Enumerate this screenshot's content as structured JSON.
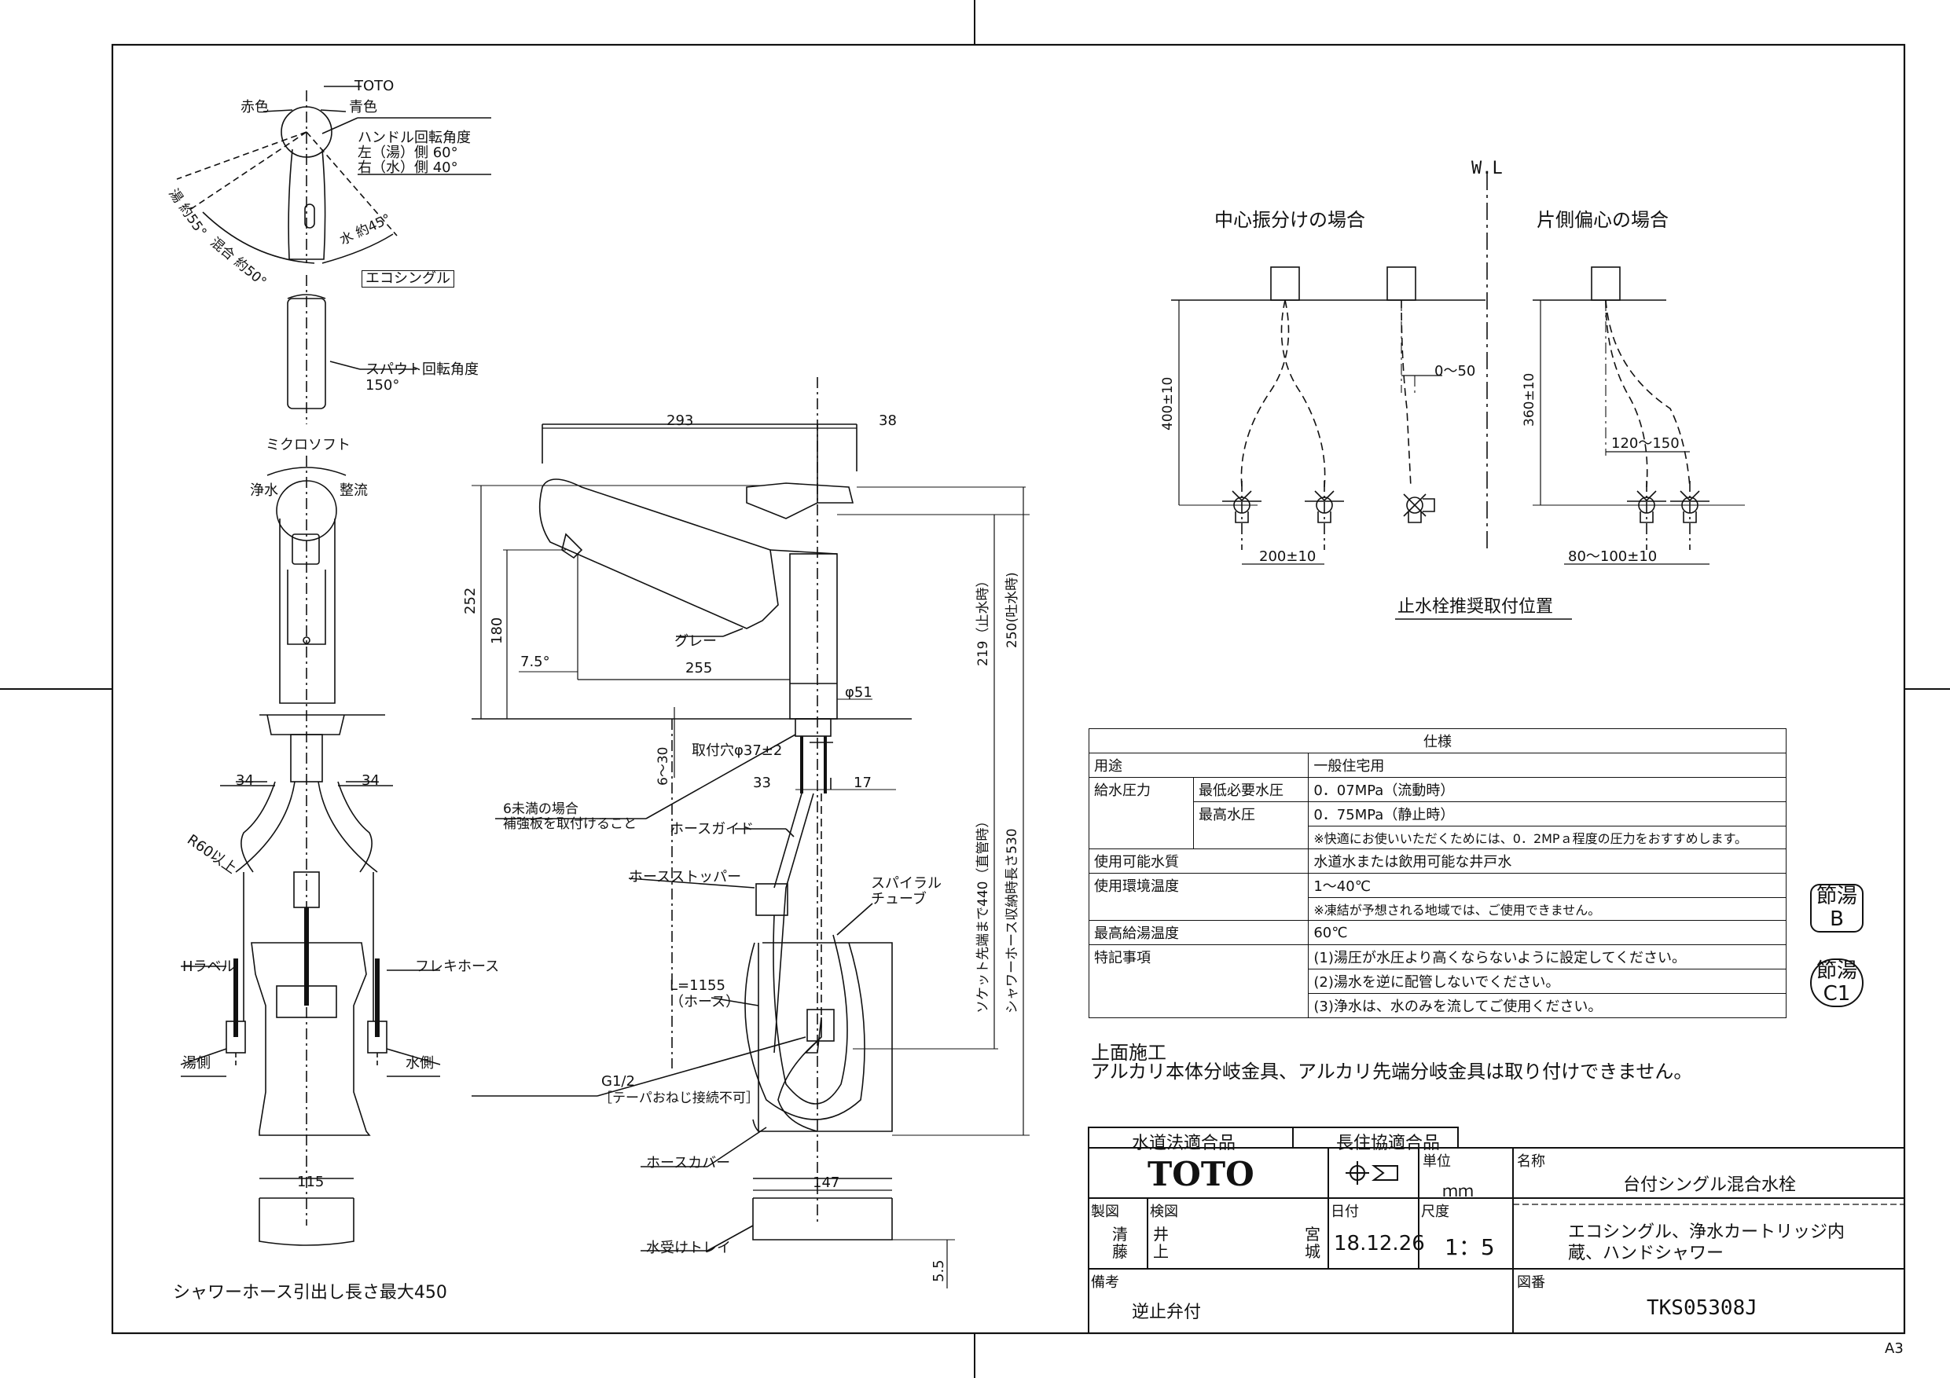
{
  "sheet": {
    "size_label": "A3"
  },
  "top_view": {
    "brand_mark": "TOTO",
    "red_label": "赤色",
    "blue_label": "青色",
    "handle_rotation_title": "ハンドル回転角度",
    "handle_rotation_left": "左（湯）側 60°",
    "handle_rotation_right": "右（水）側 40°",
    "hot_angle": "湯 約55°",
    "mix_angle": "混合 約50°",
    "water_angle": "水 約45°",
    "eco_single": "エコシングル",
    "spout_rotation_title": "スパウト回転角度",
    "spout_rotation_value": "150°"
  },
  "front_view": {
    "micro_soft": "ミクロソフト",
    "purified": "浄水",
    "rectified": "整流",
    "dim_left": "34",
    "dim_right": "34",
    "bend_radius": "R60以上",
    "h_label": "Hラベル",
    "flex_hose": "フレキホース",
    "hot_side": "湯側",
    "water_side": "水側",
    "dim_115": "115",
    "shower_pull": "シャワーホース引出し長さ最大450"
  },
  "side_view": {
    "dim_293": "293",
    "dim_38": "38",
    "dim_252": "252",
    "dim_180": "180",
    "angle_75": "7.5°",
    "dim_255": "255",
    "gray": "グレー",
    "phi51": "φ51",
    "dim_219": "219（止水時）",
    "dim_250": "250(吐水時)",
    "dim_6_30": "6～30",
    "mount_hole": "取付穴φ37±2",
    "reinforce_1": "6未満の場合",
    "reinforce_2": "補強板を取付けること",
    "dim_33": "33",
    "dim_17": "17",
    "hose_guide": "ホースガイド",
    "hose_stopper": "ホースストッパー",
    "spiral_1": "スパイラル",
    "spiral_2": "チューブ",
    "hose_length": "L=1155",
    "hose_note": "（ホース）",
    "socket_440": "ソケット先端まで440（直管時）",
    "storage_530": "シャワーホース収納時長さ530",
    "g12": "G1/2",
    "taper_note": "［テーパおねじ接続不可］",
    "hose_cover": "ホースカバー",
    "dim_147": "147",
    "water_tray": "水受けトレイ",
    "dim_55": "5.5"
  },
  "valve_position": {
    "wl": "W.L",
    "center": "中心振分けの場合",
    "one_side": "片側偏心の場合",
    "dim_400": "400±10",
    "dim_0_50": "0～50",
    "dim_360": "360±10",
    "dim_120_150": "120～150",
    "dim_200": "200±10",
    "dim_80_100": "80～100±10",
    "caption": "止水栓推奨取付位置"
  },
  "spec": {
    "title": "仕様",
    "use_label": "用途",
    "use_value": "一般住宅用",
    "pressure_label": "給水圧力",
    "min_label": "最低必要水圧",
    "min_value": "0．07MPa（流動時）",
    "max_label": "最高水圧",
    "max_value": "0．75MPa（静止時）",
    "pressure_note": "※快適にお使いいただくためには、0．2MPａ程度の圧力をおすすめします。",
    "quality_label": "使用可能水質",
    "quality_value": "水道水または飲用可能な井戸水",
    "env_label": "使用環境温度",
    "env_value": "1～40℃",
    "env_note": "※凍結が予想される地域では、ご使用できません。",
    "hot_label": "最高給湯温度",
    "hot_value": "60℃",
    "notes_label": "特記事項",
    "note1": "(1)湯圧が水圧より高くならないように設定してください。",
    "note2": "(2)湯水を逆に配管しないでください。",
    "note3": "(3)浄水は、水のみを流してご使用ください。"
  },
  "marks": {
    "m1_line1": "節湯",
    "m1_line2": "B",
    "m2_line1": "節湯",
    "m2_line2": "C1"
  },
  "install": {
    "title": "上面施工",
    "note": "アルカリ本体分岐金具、アルカリ先端分岐金具は取り付けできません。"
  },
  "title_block": {
    "water_law": "水道法適合品",
    "long_life": "長住協適合品",
    "brand": "TOTO",
    "unit_label": "単位",
    "unit_value": "ｍｍ",
    "name_label": "名称",
    "name_value": "台付シングル混合水栓",
    "drawn_label": "製図",
    "drawn_value": "清藤",
    "checked_label": "検図",
    "checked_value": "井上",
    "checked_value2": "宮城",
    "date_label": "日付",
    "date_value": "18.12.26",
    "scale_label": "尺度",
    "scale_value": "1：5",
    "desc_1": "エコシングル、浄水カートリッジ内",
    "desc_2": "蔵、ハンドシャワー",
    "remarks_label": "備考",
    "remarks_value": "逆止弁付",
    "number_label": "図番",
    "number_value": "TKS05308J"
  }
}
